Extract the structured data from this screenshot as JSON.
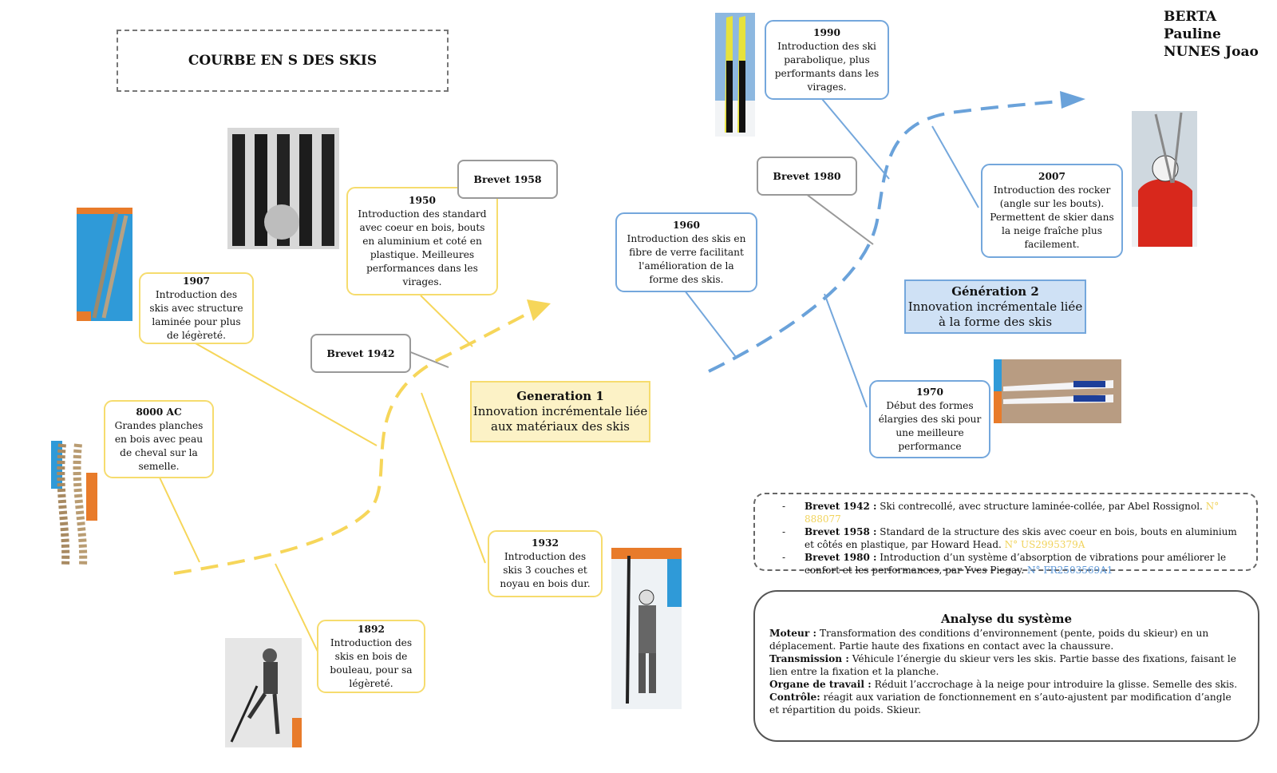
{
  "title": "COURBE EN S DES SKIS",
  "authors": [
    "BERTA Pauline",
    "NUNES Joao"
  ],
  "generation1": {
    "title": "Generation 1",
    "line1": "Innovation incrémentale liée",
    "line2": "aux matériaux des skis"
  },
  "generation2": {
    "title": "Génération 2",
    "line1": "Innovation incrémentale liée",
    "line2": "à la forme des skis"
  },
  "events": {
    "e8000": {
      "year": "8000 AC",
      "text": "Grandes planches en bois avec peau de cheval sur la semelle."
    },
    "e1892": {
      "year": "1892",
      "text": "Introduction des skis en bois de bouleau, pour sa légèreté."
    },
    "e1907": {
      "year": "1907",
      "text": "Introduction des skis avec structure laminée pour plus de légèreté."
    },
    "e1932": {
      "year": "1932",
      "text": "Introduction des skis 3 couches et noyau en bois dur."
    },
    "e1950": {
      "year": "1950",
      "text": "Introduction des standard avec coeur en bois, bouts en aluminium et coté en plastique. Meilleures performances dans les virages."
    },
    "e1960": {
      "year": "1960",
      "text": "Introduction des skis en fibre de verre facilitant l'amélioration de la forme des skis."
    },
    "e1970": {
      "year": "1970",
      "text": "Début des formes élargies des ski pour une meilleure performance"
    },
    "e1990": {
      "year": "1990",
      "text": "Introduction des ski parabolique, plus performants dans les virages."
    },
    "e2007": {
      "year": "2007",
      "text": "Introduction des rocker (angle sur les bouts). Permettent de skier dans la neige fraîche plus facilement."
    }
  },
  "brevets": {
    "b1942": "Brevet 1942",
    "b1958": "Brevet 1958",
    "b1980": "Brevet 1980"
  },
  "patents": [
    {
      "label": "Brevet 1942 :",
      "text": " Ski contrecollé, avec structure laminée-collée, par Abel Rossignol.",
      "number": "N° 888077"
    },
    {
      "label": "Brevet 1958 :",
      "text": " Standard de la structure des skis avec coeur en bois, bouts en aluminium et côtés en plastique, par Howard Head.",
      "number": "N° US2995379A"
    },
    {
      "label": "Brevet 1980 :",
      "text": " Introduction d’un système d’absorption de vibrations pour améliorer le confort et les performances, par Yves Piegay.",
      "number": "N° FR2503569A1"
    }
  ],
  "analysis": {
    "title": "Analyse du système",
    "items": [
      {
        "label": "Moteur :",
        "text": " Transformation des conditions d’environnement (pente, poids du skieur) en un déplacement. Partie haute des fixations en contact avec la chaussure."
      },
      {
        "label": "Transmission :",
        "text": " Véhicule l’énergie du skieur vers les skis. Partie basse des fixations, faisant le lien entre la fixation et la planche."
      },
      {
        "label": "Organe de travail :",
        "text": " Réduit l’accrochage à la neige pour introduire la glisse. Semelle des skis."
      },
      {
        "label": "Contrôle:",
        "text": " réagit aux variation de fonctionnement en s’auto-ajustent par modification d’angle et répartition du poids. Skieur."
      }
    ]
  },
  "colors": {
    "gen1": "#f6dc6e",
    "gen2": "#74a7dc",
    "connector": "#999999"
  }
}
